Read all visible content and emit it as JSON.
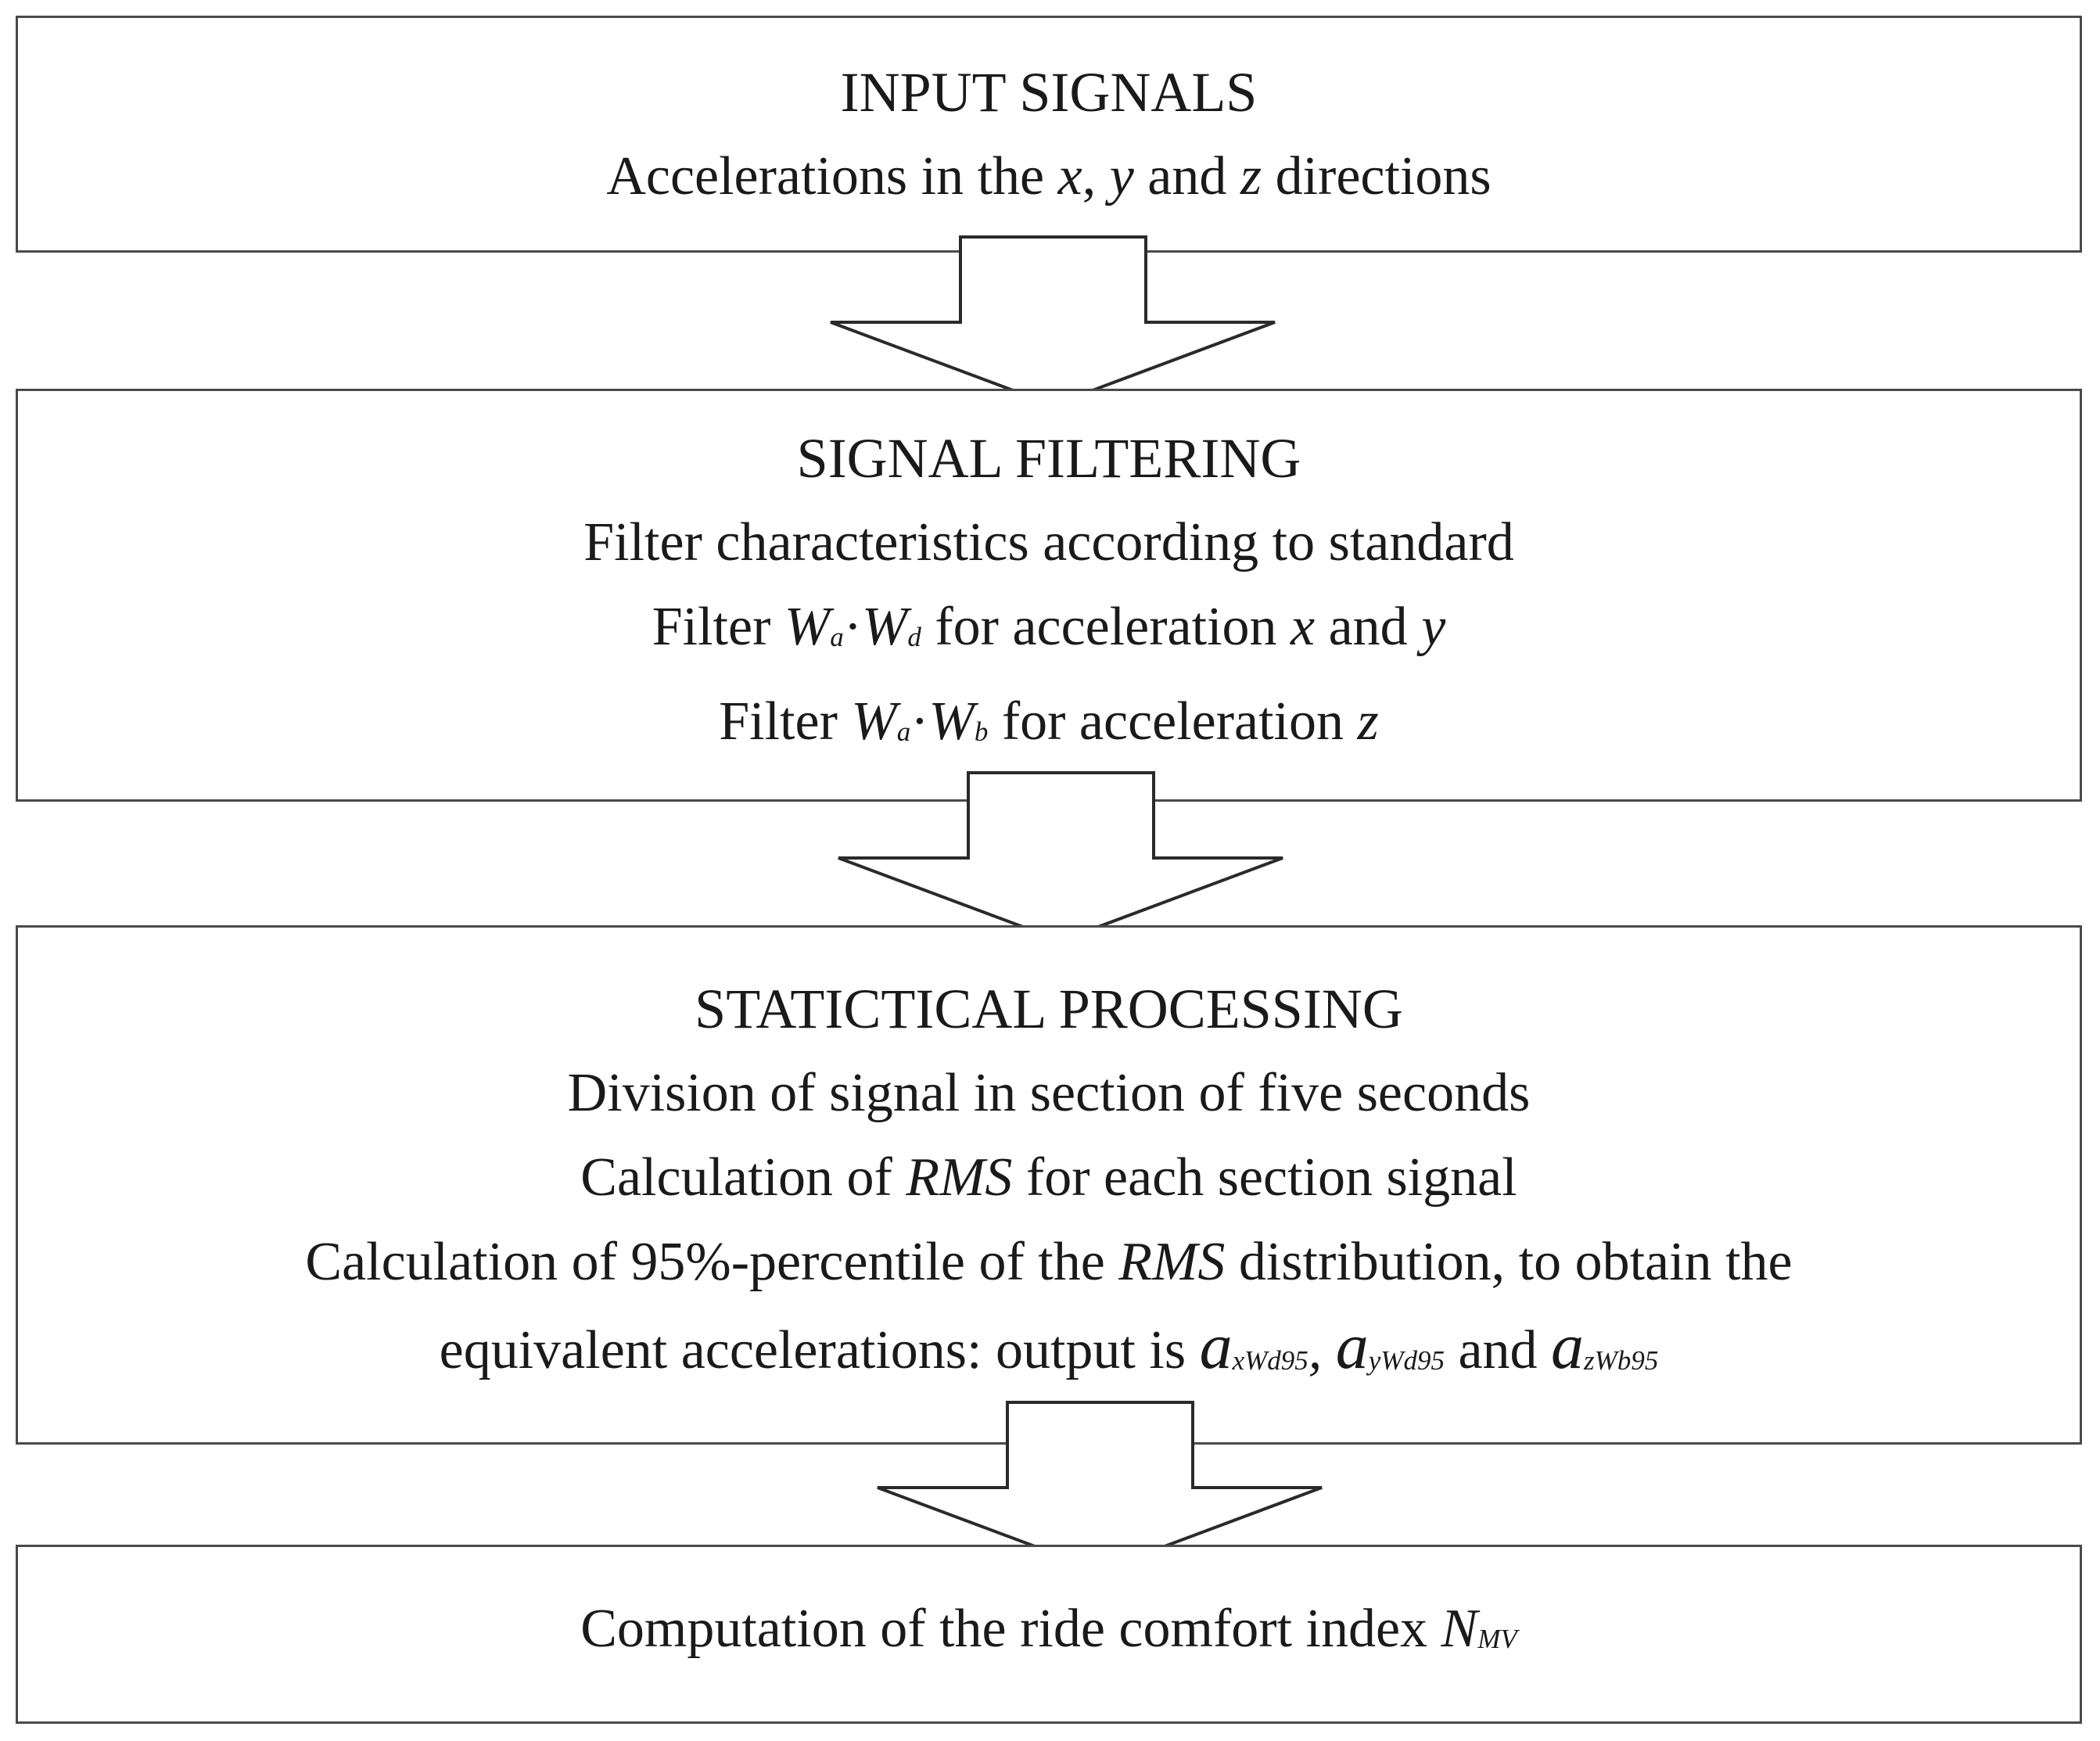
{
  "diagram": {
    "boxes": [
      {
        "id": "input-signals",
        "title": "INPUT SIGNALS",
        "line1": {
          "pre": "Accelerations in the ",
          "v1": "x",
          "sep": ", ",
          "v2": "y",
          "mid": " and ",
          "v3": "z",
          "post": " directions"
        }
      },
      {
        "id": "signal-filtering",
        "title": "SIGNAL FILTERING",
        "line1": "Filter characteristics according to standard",
        "line2": {
          "pre": "Filter ",
          "w1": "W",
          "w1sub": "a",
          "dot": "·",
          "w2": "W",
          "w2sub": "d",
          "mid": " for acceleration ",
          "v1": "x",
          "and": " and ",
          "v2": "y"
        },
        "line3": {
          "pre": "Filter ",
          "w1": "W",
          "w1sub": "a",
          "dot": "·",
          "w2": "W",
          "w2sub": "b",
          "mid": " for acceleration ",
          "v1": "z"
        }
      },
      {
        "id": "statistical-processing",
        "title": "STATICTICAL PROCESSING",
        "line1": "Division of signal in section of five seconds",
        "line2": {
          "pre": "Calculation of ",
          "rms": "RMS",
          "post": " for each section signal"
        },
        "line3": {
          "pre": "Calculation of 95%-percentile of the ",
          "rms": "RMS",
          "post": " distribution, to obtain the"
        },
        "line4": {
          "pre": "equivalent accelerations: output is ",
          "a1": "a",
          "a1sub": "xWd95",
          "comma": ", ",
          "a2": "a",
          "a2sub": "yWd95",
          "and": " and ",
          "a3": "a",
          "a3sub": "zWb95"
        }
      },
      {
        "id": "comfort-index",
        "line1": {
          "pre": "Computation of the ride comfort index ",
          "n": "N",
          "nsub": "MV"
        }
      }
    ],
    "connectors": [
      {
        "from": "input-signals",
        "to": "signal-filtering"
      },
      {
        "from": "signal-filtering",
        "to": "statistical-processing"
      },
      {
        "from": "statistical-processing",
        "to": "comfort-index"
      }
    ]
  }
}
